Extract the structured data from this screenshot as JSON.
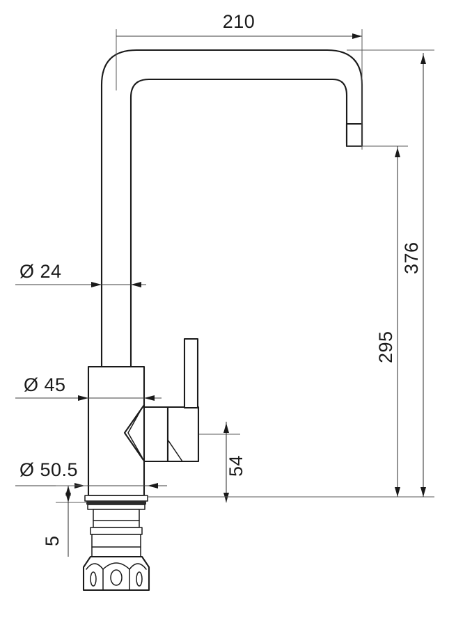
{
  "drawing": {
    "title": "Kitchen mixer tap dimensional drawing",
    "units": "mm",
    "background_color": "#ffffff",
    "line_color": "#1a1a1a",
    "dimension_color": "#3c3c3c"
  },
  "dimensions": {
    "spout_reach": {
      "label": "210",
      "orientation": "horizontal",
      "position": "top"
    },
    "tube_diameter": {
      "label": "Ø 24",
      "orientation": "horizontal",
      "position": "left-upper"
    },
    "body_diameter": {
      "label": "Ø 45",
      "orientation": "horizontal",
      "position": "left-middle"
    },
    "base_diameter": {
      "label": "Ø 50.5",
      "orientation": "horizontal",
      "position": "left-lower"
    },
    "base_height": {
      "label": "5",
      "orientation": "vertical",
      "position": "left-bottom"
    },
    "handle_height": {
      "label": "54",
      "orientation": "vertical",
      "position": "center-right"
    },
    "spout_outlet_height": {
      "label": "295",
      "orientation": "vertical",
      "position": "right-inner"
    },
    "overall_height": {
      "label": "376",
      "orientation": "vertical",
      "position": "right-outer"
    }
  }
}
